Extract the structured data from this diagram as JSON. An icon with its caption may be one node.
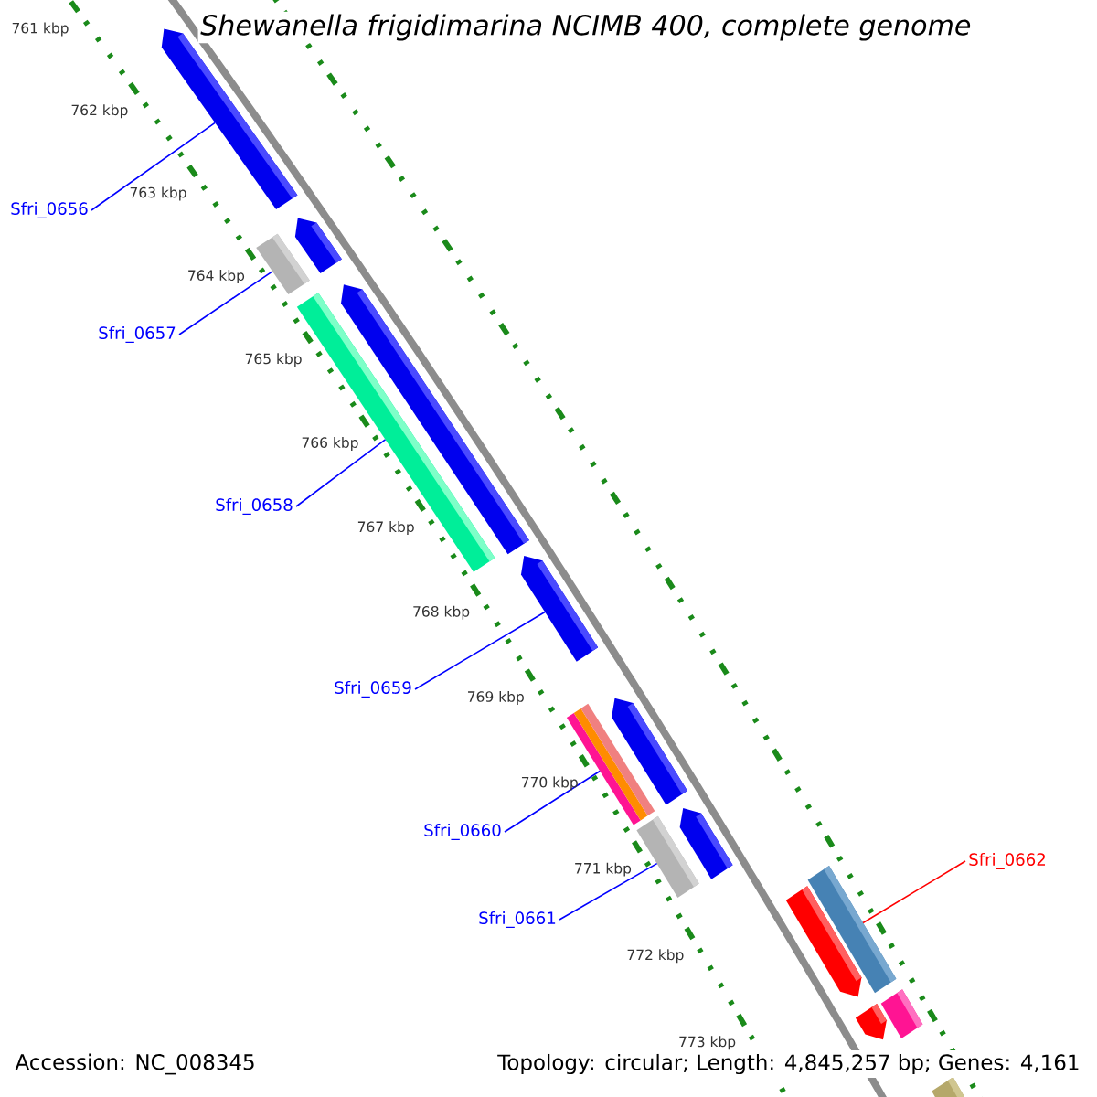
{
  "diagram": {
    "title": "Shewanella frigidimarina NCIMB 400, complete genome",
    "nodes": [
      {
        "text": [
          "Sfri_0656"
        ]
      },
      {
        "text": [
          "Sfri_0657"
        ]
      },
      {
        "text": [
          "Sfri_0658"
        ]
      },
      {
        "text": [
          "Sfri_0659"
        ]
      },
      {
        "text": [
          "Sfri_0660"
        ]
      },
      {
        "text": [
          "Sfri_0661"
        ]
      },
      {
        "text": [
          "Sfri_0662"
        ]
      },
      {
        "text": [],
        "shape": "pentagon"
      },
      {
        "text": [],
        "shape": "bar"
      },
      {
        "text": [],
        "shape": "pentagon"
      },
      {
        "text": [],
        "shape": "bar"
      },
      {
        "text": [],
        "shape": "pentagon"
      },
      {
        "text": [],
        "shape": "pentagon"
      },
      {
        "text": [],
        "shape": "bar"
      },
      {
        "text": [],
        "shape": "pentagon"
      },
      {
        "text": [],
        "shape": "bar"
      },
      {
        "text": [],
        "shape": "pentagon"
      },
      {
        "text": [],
        "shape": "bar"
      },
      {
        "text": [],
        "shape": "pentagon"
      },
      {
        "text": [],
        "shape": "pentagon"
      },
      {
        "text": [],
        "shape": "bar"
      },
      {
        "text": [],
        "shape": "bar"
      }
    ],
    "edges": [
      {
        "from": 0,
        "to": 7,
        "arrow": "none"
      },
      {
        "from": 1,
        "to": 8,
        "arrow": "none"
      },
      {
        "from": 2,
        "to": 10,
        "arrow": "none"
      },
      {
        "from": 3,
        "to": 12,
        "arrow": "none"
      },
      {
        "from": 4,
        "to": 13,
        "arrow": "none"
      },
      {
        "from": 5,
        "to": 15,
        "arrow": "none"
      },
      {
        "from": 6,
        "to": 17,
        "arrow": "none",
        "color": "#ff0000"
      }
    ],
    "labels": [
      "761 kbp",
      "762 kbp",
      "763 kbp",
      "764 kbp",
      "765 kbp",
      "766 kbp",
      "767 kbp",
      "768 kbp",
      "769 kbp",
      "770 kbp",
      "771 kbp",
      "772 kbp",
      "773 kbp",
      "Accession: NC_008345",
      "Topology: circular; Length: 4,845,257 bp; Genes: 4,161"
    ]
  }
}
